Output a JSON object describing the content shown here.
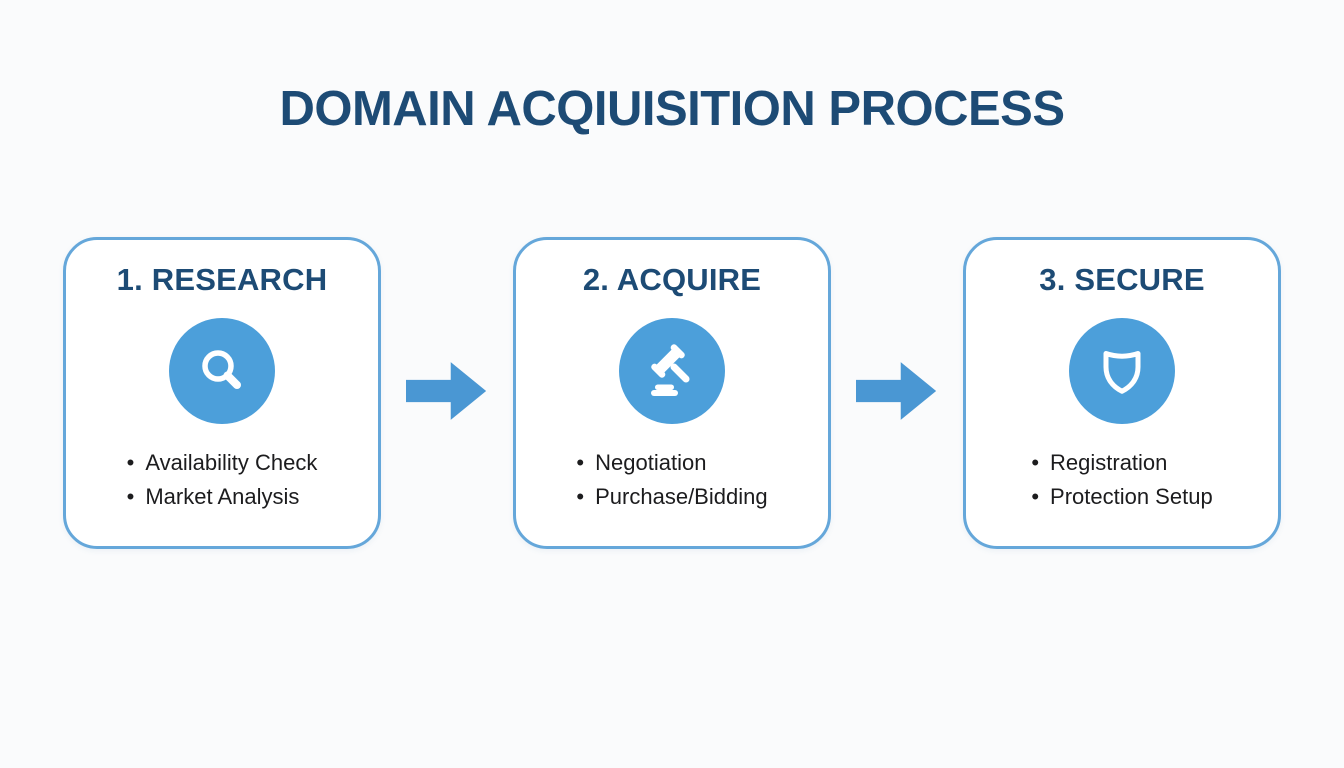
{
  "page": {
    "title": "DOMAIN ACQIUISITION PROCESS"
  },
  "colors": {
    "navy": "#1d4b75",
    "accent_blue": "#4c9fda",
    "arrow_blue": "#4a97d3",
    "border_blue": "#65a7da",
    "text_dark": "#1c1c1e",
    "card_bg": "#ffffff",
    "page_bg": "#fafbfc"
  },
  "steps": [
    {
      "heading": "1. RESEARCH",
      "icon": "magnifier-icon",
      "bullets": [
        "Availability Check",
        "Market Analysis"
      ]
    },
    {
      "heading": "2. ACQUIRE",
      "icon": "gavel-icon",
      "bullets": [
        "Negotiation",
        "Purchase/Bidding"
      ]
    },
    {
      "heading": "3. SECURE",
      "icon": "shield-icon",
      "bullets": [
        "Registration",
        "Protection Setup"
      ]
    }
  ],
  "arrow": {
    "direction": "right",
    "count": 2
  }
}
